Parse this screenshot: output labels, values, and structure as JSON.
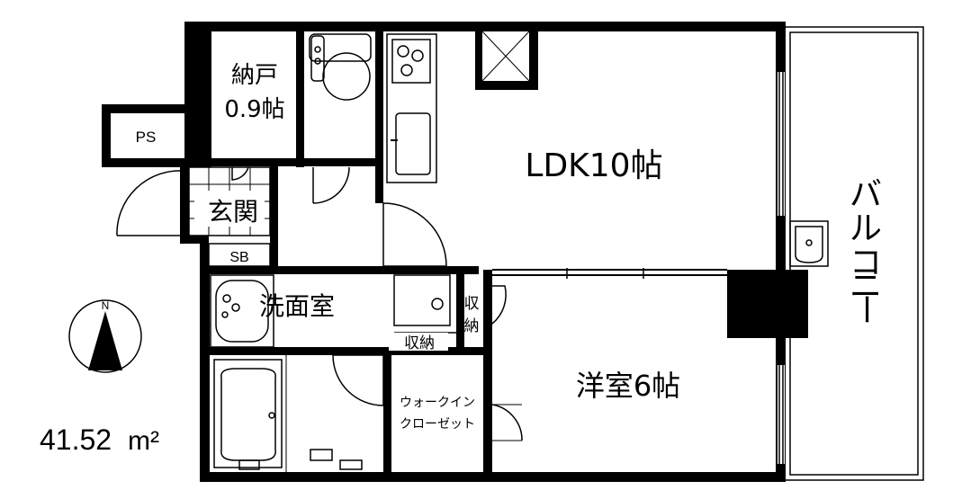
{
  "rooms": {
    "storage": {
      "name": "納戸",
      "size": "0.9帖"
    },
    "ps": "PS",
    "entrance": "玄関",
    "shoe_box": "SB",
    "ldk": "LDK10帖",
    "washroom": "洗面室",
    "closet_small": "収納",
    "closet_vertical": [
      "収",
      "納"
    ],
    "walk_in_closet": [
      "ウォークイン",
      "クローゼット"
    ],
    "western_room": "洋室6帖",
    "balcony": [
      "バ",
      "ル",
      "コ",
      "ニ",
      "ー"
    ]
  },
  "compass": {
    "label": "N"
  },
  "area": {
    "value": "41.52",
    "unit": "m²"
  }
}
